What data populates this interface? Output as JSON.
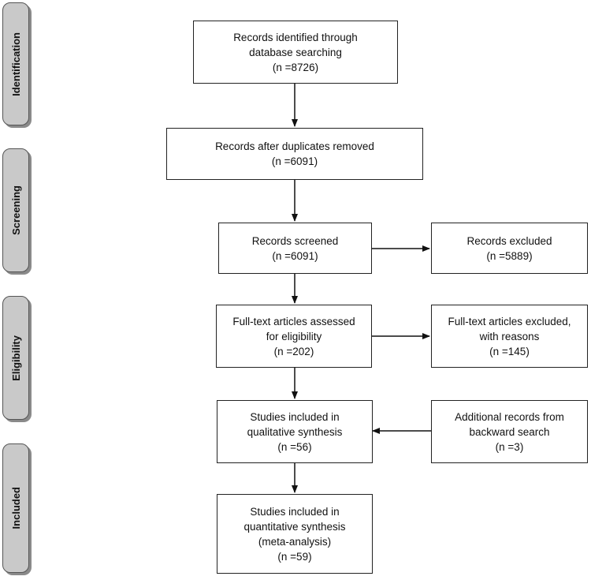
{
  "phases": {
    "identification": "Identification",
    "screening": "Screening",
    "eligibility": "Eligibility",
    "included": "Included"
  },
  "boxes": {
    "identified": {
      "line1": "Records identified through",
      "line2": "database searching",
      "count": "(n =8726)"
    },
    "deduplicated": {
      "line1": "Records after duplicates removed",
      "count": "(n =6091)"
    },
    "screened": {
      "line1": "Records screened",
      "count": "(n =6091)"
    },
    "excluded": {
      "line1": "Records excluded",
      "count": "(n =5889)"
    },
    "fulltext": {
      "line1": "Full-text articles assessed",
      "line2": "for eligibility",
      "count": "(n =202)"
    },
    "fulltext_excluded": {
      "line1": "Full-text articles excluded,",
      "line2": "with reasons",
      "count": "(n =145)"
    },
    "qualitative": {
      "line1": "Studies included in",
      "line2": "qualitative synthesis",
      "count": "(n =56)"
    },
    "backward": {
      "line1": "Additional records from",
      "line2": "backward search",
      "count": "(n =3)"
    },
    "quantitative": {
      "line1": "Studies included in",
      "line2": "quantitative synthesis",
      "line3": "(meta-analysis)",
      "count": "(n =59)"
    }
  }
}
